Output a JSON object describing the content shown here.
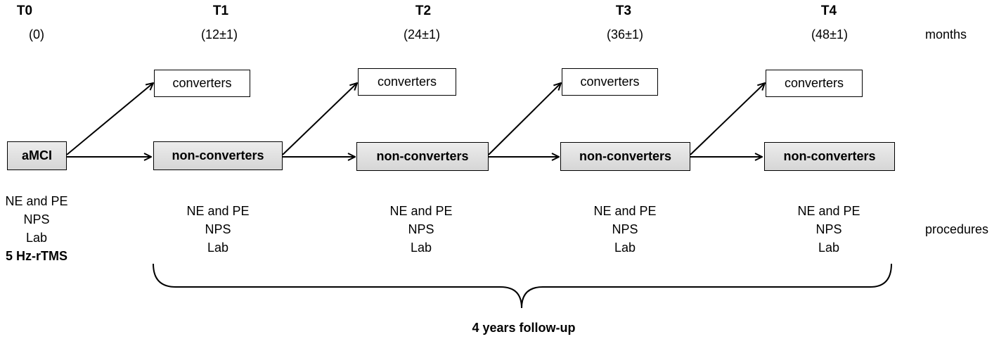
{
  "timepoints": [
    {
      "label": "T0",
      "months": "(0)"
    },
    {
      "label": "T1",
      "months": "(12±1)"
    },
    {
      "label": "T2",
      "months": "(24±1)"
    },
    {
      "label": "T3",
      "months": "(36±1)"
    },
    {
      "label": "T4",
      "months": "(48±1)"
    }
  ],
  "row_labels": {
    "months": "months",
    "procedures": "procedures"
  },
  "start_box": "aMCI",
  "converters_label": "converters",
  "non_converters_label": "non-converters",
  "t0_procedures": [
    "NE and PE",
    "NPS",
    "Lab",
    "5 Hz-rTMS"
  ],
  "followup_procedures": [
    "NE and PE",
    "NPS",
    "Lab"
  ],
  "followup_label": "4 years follow-up"
}
